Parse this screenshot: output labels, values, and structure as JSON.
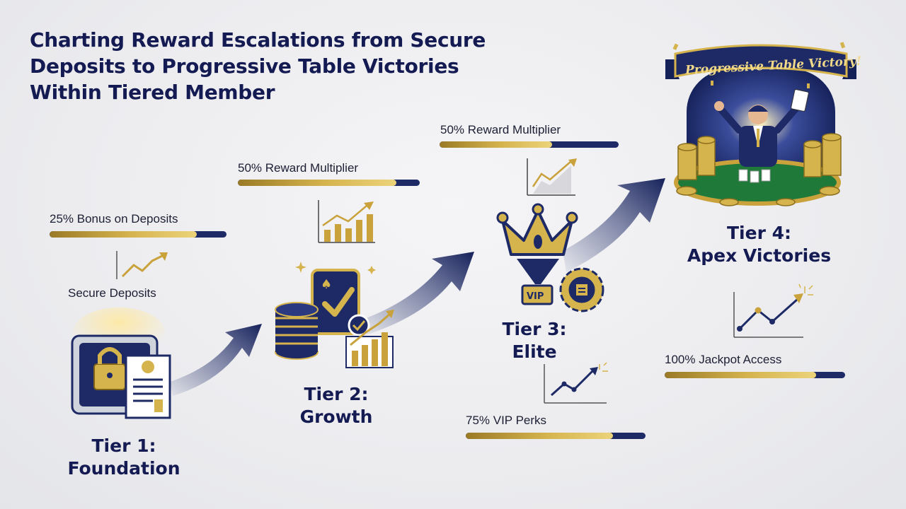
{
  "title": {
    "line1": "Charting Reward Escalations from Secure",
    "line2": "Deposits to Progressive Table Victories",
    "line3": "Within Tiered Member"
  },
  "tiers": [
    {
      "name_line1": "Tier 1:",
      "name_line2": "Foundation",
      "caption": "Secure Deposits",
      "icon": "safe-with-padlock-and-document-icon"
    },
    {
      "name_line1": "Tier 2:",
      "name_line2": "Growth",
      "icon": "chip-stack-card-and-chart-icon"
    },
    {
      "name_line1": "Tier 3:",
      "name_line2": "Elite",
      "icon": "crown-vip-medal-and-gear-icon"
    },
    {
      "name_line1": "Tier 4:",
      "name_line2": "Apex Victories",
      "banner": "Progressive Table Victory!",
      "icon": "winner-at-poker-table-icon"
    }
  ],
  "metrics": [
    {
      "label": "25% Bonus on Deposits",
      "percent": 25,
      "fill_fraction": 0.83
    },
    {
      "label": "50% Reward Multiplier",
      "percent": 50,
      "fill_fraction": 0.87
    },
    {
      "label": "50% Reward Multiplier",
      "percent": 50,
      "fill_fraction": 0.63
    },
    {
      "label": "75% VIP Perks",
      "percent": 75,
      "fill_fraction": 0.82
    },
    {
      "label": "100% Jackpot Access",
      "percent": 100,
      "fill_fraction": 0.84
    }
  ],
  "colors": {
    "navy": "#1d2a66",
    "gold": "#d5b44e",
    "background": "#ececef"
  }
}
